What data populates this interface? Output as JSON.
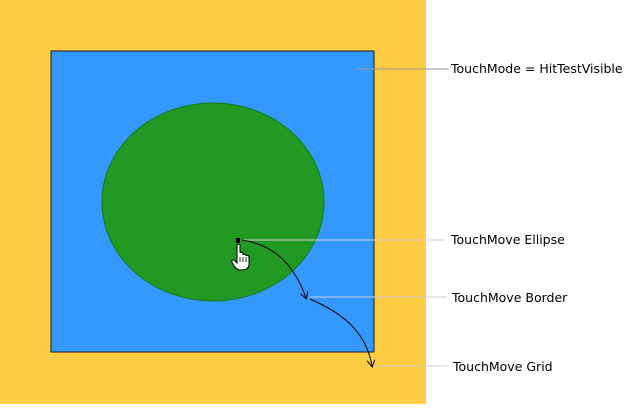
{
  "colors": {
    "grid": "#FFCC44",
    "border": "#3399FF",
    "ellipse": "#229922",
    "ellipse_stroke": "#157a15",
    "leader_line": "#bdbdbd"
  },
  "labels": {
    "touch_mode": "TouchMode = HitTestVisible",
    "touchmove_ellipse": "TouchMove Ellipse",
    "touchmove_border": "TouchMove Border",
    "touchmove_grid": "TouchMove Grid"
  },
  "icons": {
    "touch_cursor": "hand-pointer-icon"
  }
}
